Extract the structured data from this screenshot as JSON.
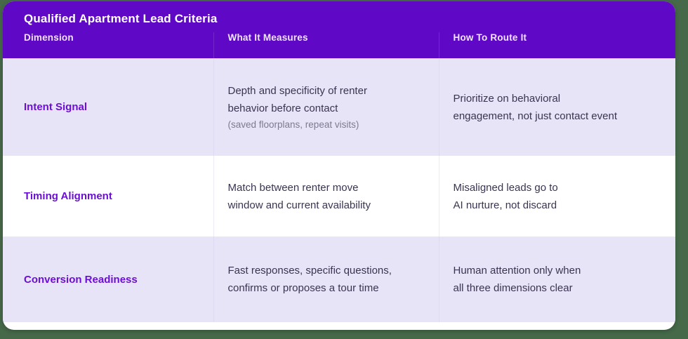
{
  "theme": {
    "page_background": "#46694A",
    "header_purple": "#5F08C6",
    "row_alt_lavender": "#E8E4F7",
    "row_plain_white": "#FFFFFF",
    "label_purple": "#6B0FD4",
    "body_text": "#3A3452",
    "muted_text": "#7D7A90"
  },
  "table": {
    "title": "Qualified Apartment Lead Criteria",
    "columns": [
      {
        "label": "Dimension"
      },
      {
        "label": "What It Measures"
      },
      {
        "label": "How To Route It"
      }
    ],
    "rows": [
      {
        "dimension": "Intent Signal",
        "measures_line1": "Depth and specificity of renter",
        "measures_line2": "behavior before contact",
        "measures_note": "(saved floorplans, repeat visits)",
        "route_line1": "Prioritize on behavioral",
        "route_line2": "engagement, not just contact event"
      },
      {
        "dimension": "Timing Alignment",
        "measures_line1": "Match between renter move",
        "measures_line2": "window and current availability",
        "measures_note": "",
        "route_line1": "Misaligned leads go to",
        "route_line2": "AI nurture, not discard"
      },
      {
        "dimension": "Conversion Readiness",
        "measures_line1": "Fast responses, specific questions,",
        "measures_line2": "confirms or proposes a tour time",
        "measures_note": "",
        "route_line1": "Human attention only when",
        "route_line2": "all three dimensions clear"
      }
    ]
  }
}
